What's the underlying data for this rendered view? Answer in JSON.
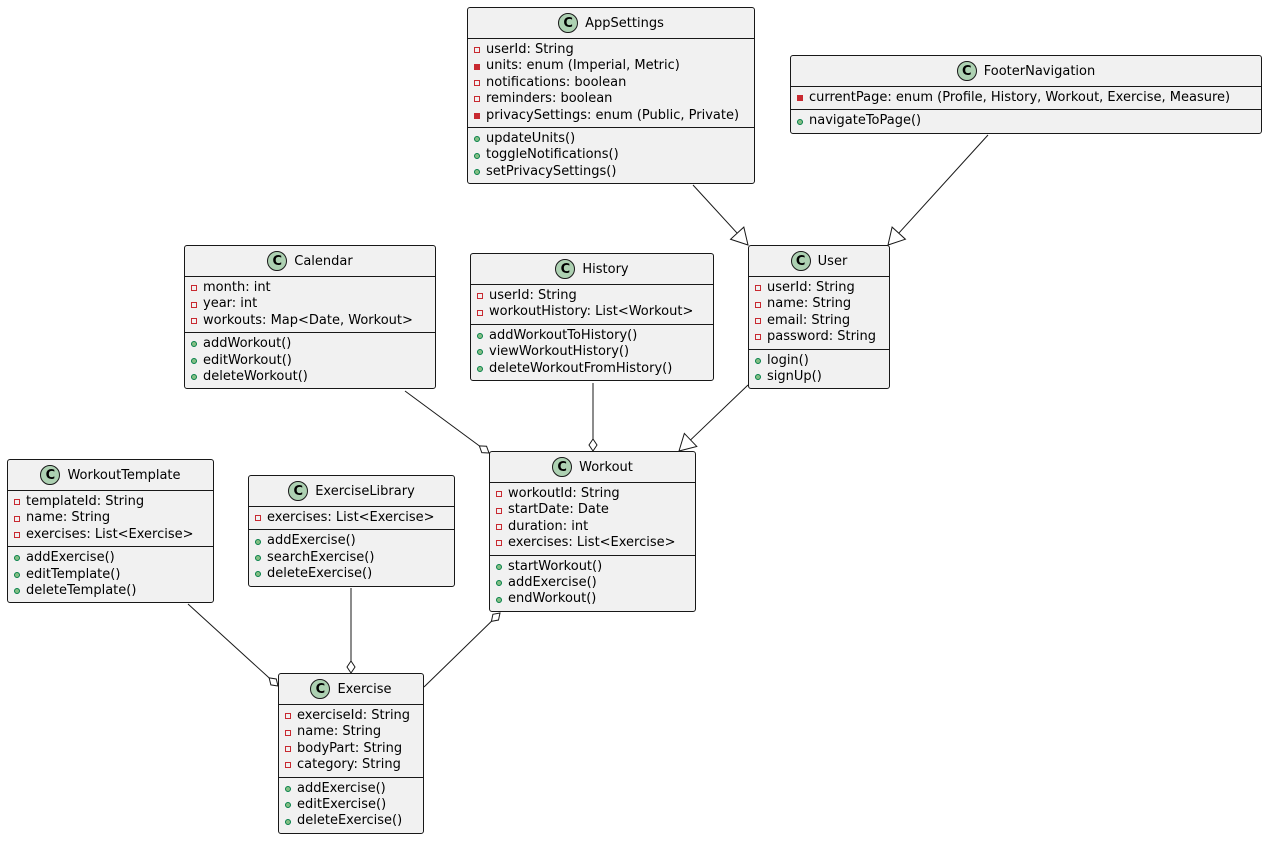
{
  "diagram": {
    "classes": [
      {
        "id": "AppSettings",
        "name": "AppSettings",
        "fields": [
          {
            "vis": "private",
            "text": "userId: String"
          },
          {
            "vis": "private-filled",
            "text": "units: enum (Imperial, Metric)"
          },
          {
            "vis": "private",
            "text": "notifications: boolean"
          },
          {
            "vis": "private",
            "text": "reminders: boolean"
          },
          {
            "vis": "private-filled",
            "text": "privacySettings: enum (Public, Private)"
          }
        ],
        "methods": [
          {
            "vis": "public",
            "text": "updateUnits()"
          },
          {
            "vis": "public",
            "text": "toggleNotifications()"
          },
          {
            "vis": "public",
            "text": "setPrivacySettings()"
          }
        ]
      },
      {
        "id": "FooterNavigation",
        "name": "FooterNavigation",
        "fields": [
          {
            "vis": "private-filled",
            "text": "currentPage: enum (Profile, History, Workout, Exercise, Measure)"
          }
        ],
        "methods": [
          {
            "vis": "public",
            "text": "navigateToPage()"
          }
        ]
      },
      {
        "id": "Calendar",
        "name": "Calendar",
        "fields": [
          {
            "vis": "private",
            "text": "month: int"
          },
          {
            "vis": "private",
            "text": "year: int"
          },
          {
            "vis": "private",
            "text": "workouts: Map<Date, Workout>"
          }
        ],
        "methods": [
          {
            "vis": "public",
            "text": "addWorkout()"
          },
          {
            "vis": "public",
            "text": "editWorkout()"
          },
          {
            "vis": "public",
            "text": "deleteWorkout()"
          }
        ]
      },
      {
        "id": "History",
        "name": "History",
        "fields": [
          {
            "vis": "private",
            "text": "userId: String"
          },
          {
            "vis": "private",
            "text": "workoutHistory: List<Workout>"
          }
        ],
        "methods": [
          {
            "vis": "public",
            "text": "addWorkoutToHistory()"
          },
          {
            "vis": "public",
            "text": "viewWorkoutHistory()"
          },
          {
            "vis": "public",
            "text": "deleteWorkoutFromHistory()"
          }
        ]
      },
      {
        "id": "User",
        "name": "User",
        "fields": [
          {
            "vis": "private",
            "text": "userId: String"
          },
          {
            "vis": "private",
            "text": "name: String"
          },
          {
            "vis": "private",
            "text": "email: String"
          },
          {
            "vis": "private",
            "text": "password: String"
          }
        ],
        "methods": [
          {
            "vis": "public",
            "text": "login()"
          },
          {
            "vis": "public",
            "text": "signUp()"
          }
        ]
      },
      {
        "id": "WorkoutTemplate",
        "name": "WorkoutTemplate",
        "fields": [
          {
            "vis": "private",
            "text": "templateId: String"
          },
          {
            "vis": "private",
            "text": "name: String"
          },
          {
            "vis": "private",
            "text": "exercises: List<Exercise>"
          }
        ],
        "methods": [
          {
            "vis": "public",
            "text": "addExercise()"
          },
          {
            "vis": "public",
            "text": "editTemplate()"
          },
          {
            "vis": "public",
            "text": "deleteTemplate()"
          }
        ]
      },
      {
        "id": "ExerciseLibrary",
        "name": "ExerciseLibrary",
        "fields": [
          {
            "vis": "private",
            "text": "exercises: List<Exercise>"
          }
        ],
        "methods": [
          {
            "vis": "public",
            "text": "addExercise()"
          },
          {
            "vis": "public",
            "text": "searchExercise()"
          },
          {
            "vis": "public",
            "text": "deleteExercise()"
          }
        ]
      },
      {
        "id": "Workout",
        "name": "Workout",
        "fields": [
          {
            "vis": "private",
            "text": "workoutId: String"
          },
          {
            "vis": "private",
            "text": "startDate: Date"
          },
          {
            "vis": "private",
            "text": "duration: int"
          },
          {
            "vis": "private",
            "text": "exercises: List<Exercise>"
          }
        ],
        "methods": [
          {
            "vis": "public",
            "text": "startWorkout()"
          },
          {
            "vis": "public",
            "text": "addExercise()"
          },
          {
            "vis": "public",
            "text": "endWorkout()"
          }
        ]
      },
      {
        "id": "Exercise",
        "name": "Exercise",
        "fields": [
          {
            "vis": "private",
            "text": "exerciseId: String"
          },
          {
            "vis": "private",
            "text": "name: String"
          },
          {
            "vis": "private",
            "text": "bodyPart: String"
          },
          {
            "vis": "private",
            "text": "category: String"
          }
        ],
        "methods": [
          {
            "vis": "public",
            "text": "addExercise()"
          },
          {
            "vis": "public",
            "text": "editExercise()"
          },
          {
            "vis": "public",
            "text": "deleteExercise()"
          }
        ]
      }
    ],
    "relations": [
      {
        "from": "AppSettings",
        "to": "User",
        "type": "inheritance"
      },
      {
        "from": "FooterNavigation",
        "to": "User",
        "type": "inheritance"
      },
      {
        "from": "User",
        "to": "Workout",
        "type": "inheritance"
      },
      {
        "from": "Calendar",
        "to": "Workout",
        "type": "aggregation"
      },
      {
        "from": "History",
        "to": "Workout",
        "type": "aggregation"
      },
      {
        "from": "WorkoutTemplate",
        "to": "Exercise",
        "type": "aggregation"
      },
      {
        "from": "ExerciseLibrary",
        "to": "Exercise",
        "type": "aggregation"
      },
      {
        "from": "Exercise",
        "to": "Workout",
        "type": "aggregation"
      }
    ],
    "colors": {
      "class_bg": "#f1f1f1",
      "border": "#181818",
      "badge": "#add1b2",
      "public": "#84be84",
      "private": "#c82930"
    }
  }
}
